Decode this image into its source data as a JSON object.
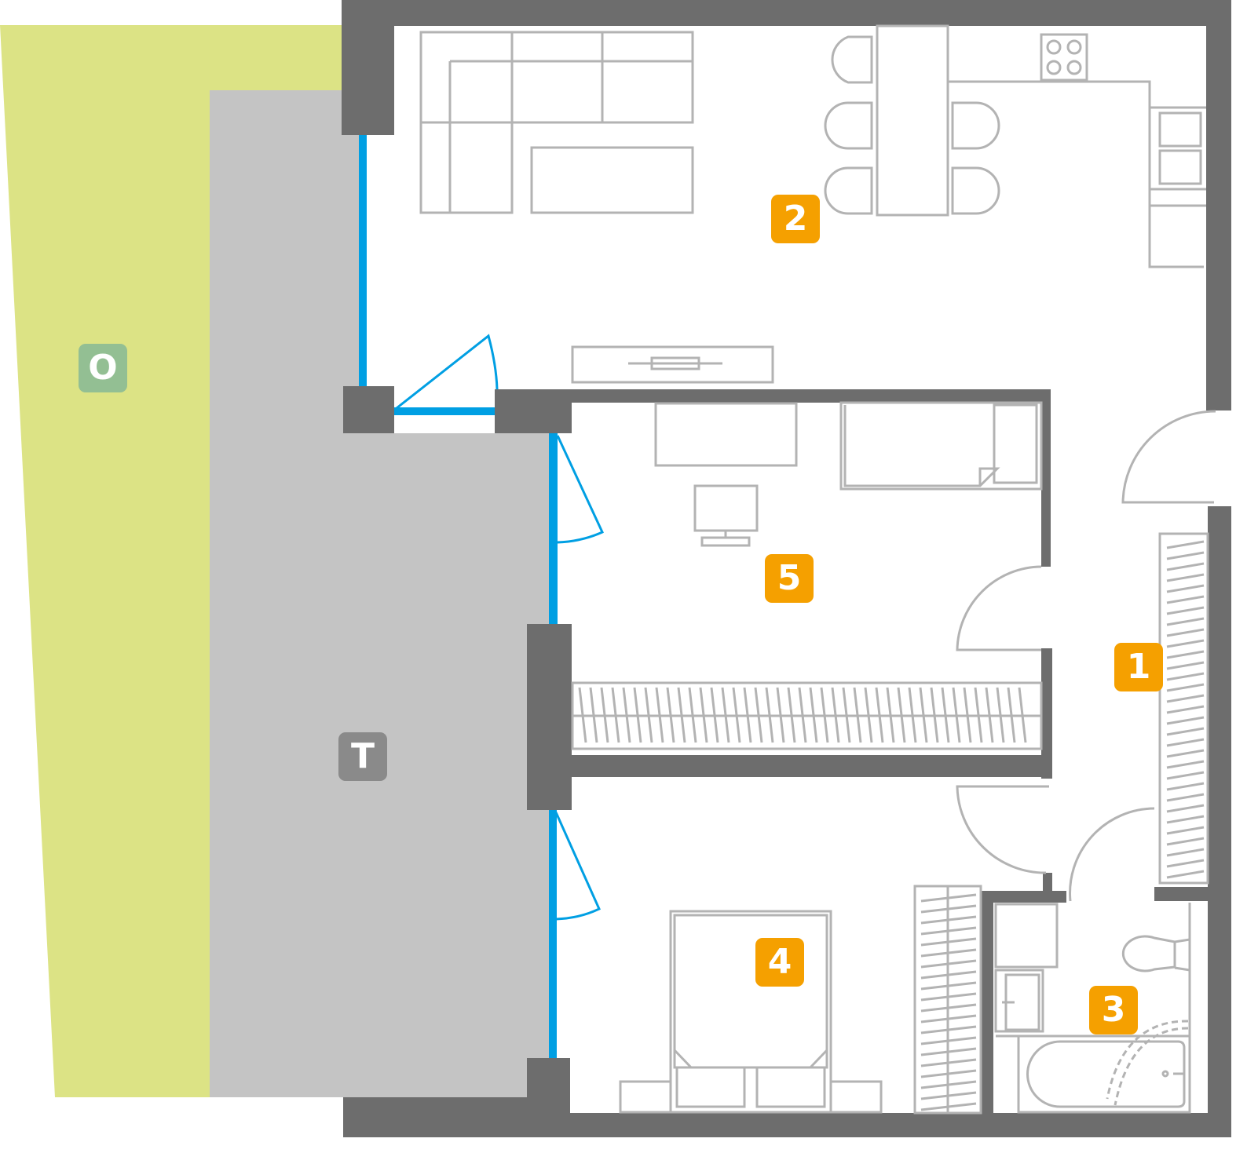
{
  "colors": {
    "wall": "#6d6d6d",
    "furniture": "#b3b3b3",
    "window": "#009fe3",
    "room_badge": "#f5a000",
    "garden": "#dce385",
    "terrace": "#c4c4c4",
    "garden_badge": "#93bf93",
    "terrace_badge": "#8a8a8a"
  },
  "zones": {
    "garden": {
      "label": "O"
    },
    "terrace": {
      "label": "T"
    }
  },
  "rooms": [
    {
      "label": "1",
      "name": "hall"
    },
    {
      "label": "2",
      "name": "living-kitchen"
    },
    {
      "label": "3",
      "name": "bathroom"
    },
    {
      "label": "4",
      "name": "bedroom"
    },
    {
      "label": "5",
      "name": "room"
    }
  ]
}
